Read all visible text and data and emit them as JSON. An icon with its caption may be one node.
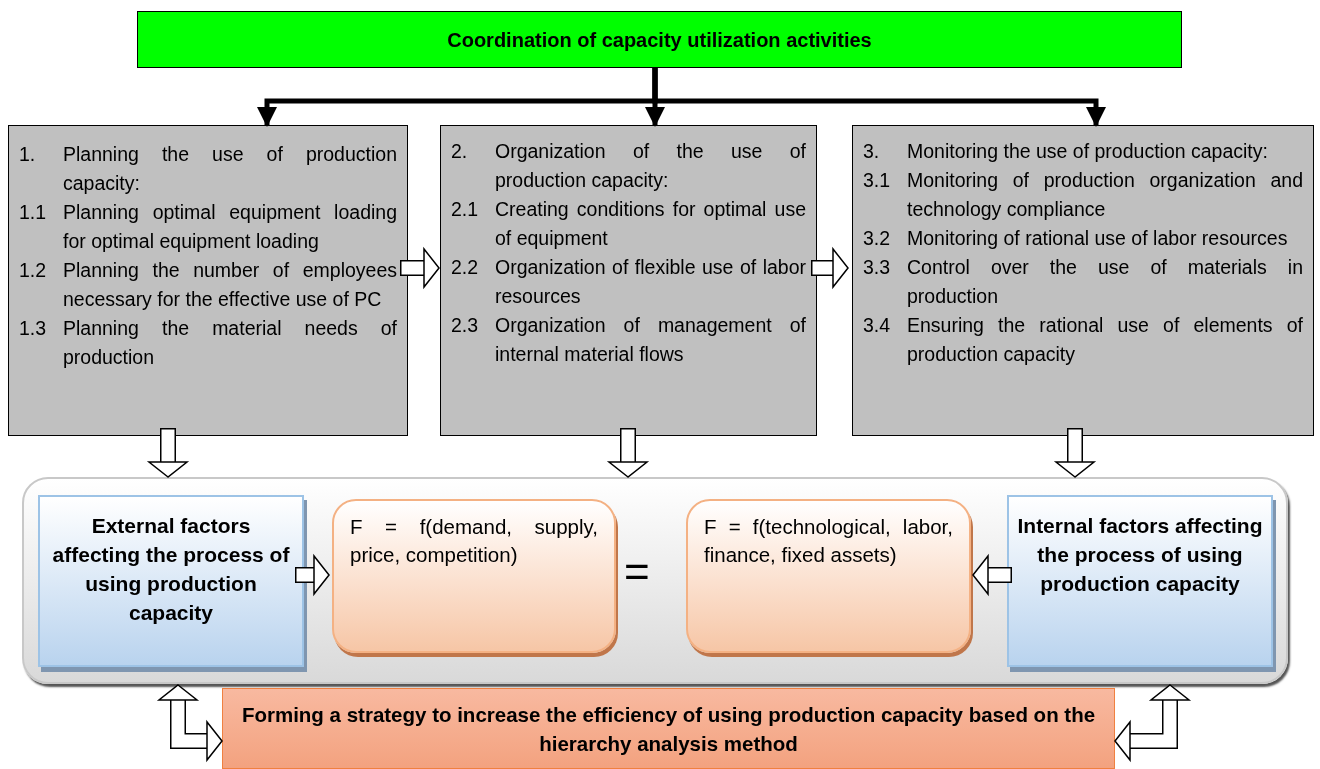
{
  "diagram": {
    "nodes": [
      {
        "text": [
          "Coordination of capacity utilization activities"
        ]
      },
      {
        "text": [
          "1. Planning the use of production capacity:",
          "1.1 Planning optimal equipment loading for optimal equipment loading",
          "1.2 Planning the number of employees necessary for the effective use of PC",
          "1.3 Planning the material needs of production"
        ]
      },
      {
        "text": [
          "2. Organization of the use of production capacity:",
          "2.1 Creating conditions for optimal use of equipment",
          "2.2 Organization of flexible use of labor resources",
          "2.3 Organization of management of internal material flows"
        ]
      },
      {
        "text": [
          "3. Monitoring the use of production capacity:",
          "3.1 Monitoring of production organization and technology compliance",
          "3.2 Monitoring of rational use of labor resources",
          "3.3 Control over the use of materials in production",
          "3.4 Ensuring the rational use of elements of production capacity"
        ]
      },
      {
        "text": [],
        "shape": "box"
      },
      {
        "text": [
          "External factors affecting the process of using production capacity"
        ],
        "in": 4
      },
      {
        "text": [
          "F = f(demand, supply, price, competition)"
        ],
        "in": 4
      },
      {
        "text": [
          "F = f(technological, labor, finance, fixed assets)"
        ],
        "in": 4
      },
      {
        "text": [
          "Internal factors affecting the process of using production capacity"
        ],
        "in": 4
      },
      {
        "text": [
          "Forming a strategy to increase the efficiency of using production capacity based on the hierarchy analysis method"
        ]
      }
    ],
    "edges": [
      {
        "from": 0,
        "to": 1,
        "arrow": "to"
      },
      {
        "from": 0,
        "to": 2,
        "arrow": "to"
      },
      {
        "from": 0,
        "to": 3,
        "arrow": "to"
      },
      {
        "from": 1,
        "to": 2,
        "arrow": "to"
      },
      {
        "from": 2,
        "to": 3,
        "arrow": "to"
      },
      {
        "from": 1,
        "to": 4,
        "arrow": "to"
      },
      {
        "from": 2,
        "to": 4,
        "arrow": "to"
      },
      {
        "from": 3,
        "to": 4,
        "arrow": "to"
      },
      {
        "from": 5,
        "to": 6,
        "arrow": "to"
      },
      {
        "from": 8,
        "to": 7,
        "arrow": "to"
      },
      {
        "from": 9,
        "to": 4,
        "arrow": "both"
      },
      {
        "from": 9,
        "to": 4,
        "arrow": "both"
      }
    ],
    "labels": [
      "="
    ]
  }
}
